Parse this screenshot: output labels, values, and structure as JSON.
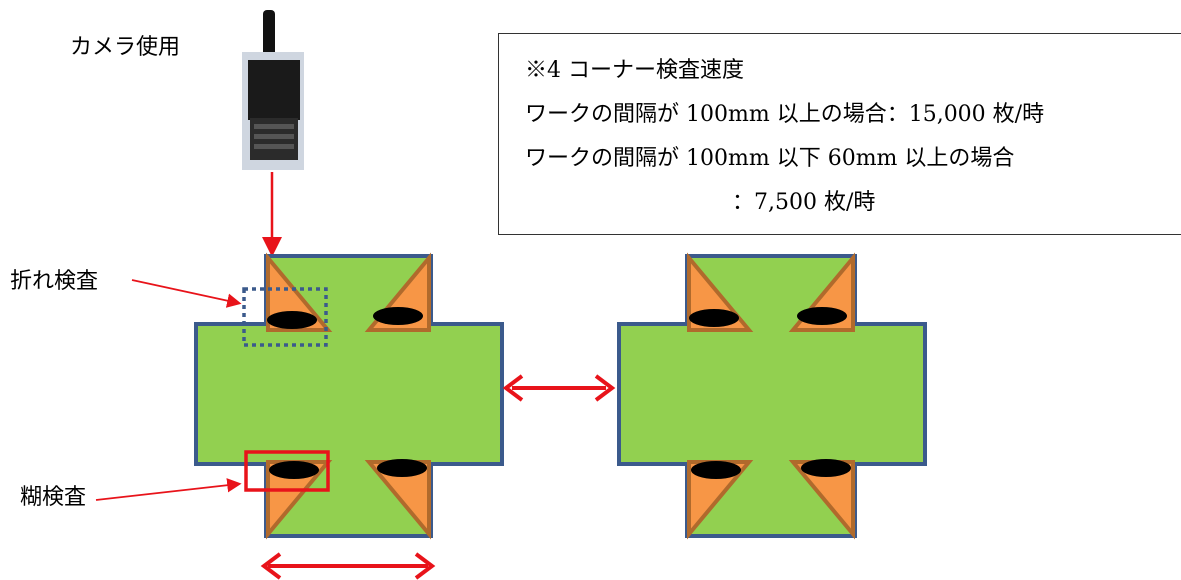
{
  "labels": {
    "camera": "カメラ使用",
    "fold_inspection": "折れ検査",
    "glue_inspection": "糊検査"
  },
  "note": {
    "title": "※4 コーナー検査速度",
    "line1": "ワークの間隔が 100mm 以上の場合：15,000 枚/時",
    "line2": "ワークの間隔が 100mm 以下 60mm 以上の場合",
    "line3": "：7,500 枚/時"
  },
  "colors": {
    "work_fill": "#92d050",
    "work_border": "#3b5a8c",
    "corner_fill": "#f79646",
    "corner_border": "#b06a2c",
    "arrow": "#e8131a",
    "glue_mark": "#000000",
    "fold_box": "#3b5a8c",
    "glue_box": "#e8131a"
  }
}
